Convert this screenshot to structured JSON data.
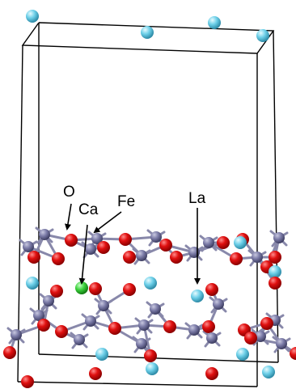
{
  "labels": {
    "o": "O",
    "ca": "Ca",
    "fe": "Fe",
    "la": "La"
  },
  "colors": {
    "oxygen": "#e01010",
    "iron": "#7a7aa6",
    "lanthanum": "#6ccfe8",
    "calcium": "#3dd23d",
    "bond": "#8888aa",
    "cell": "#000000"
  }
}
